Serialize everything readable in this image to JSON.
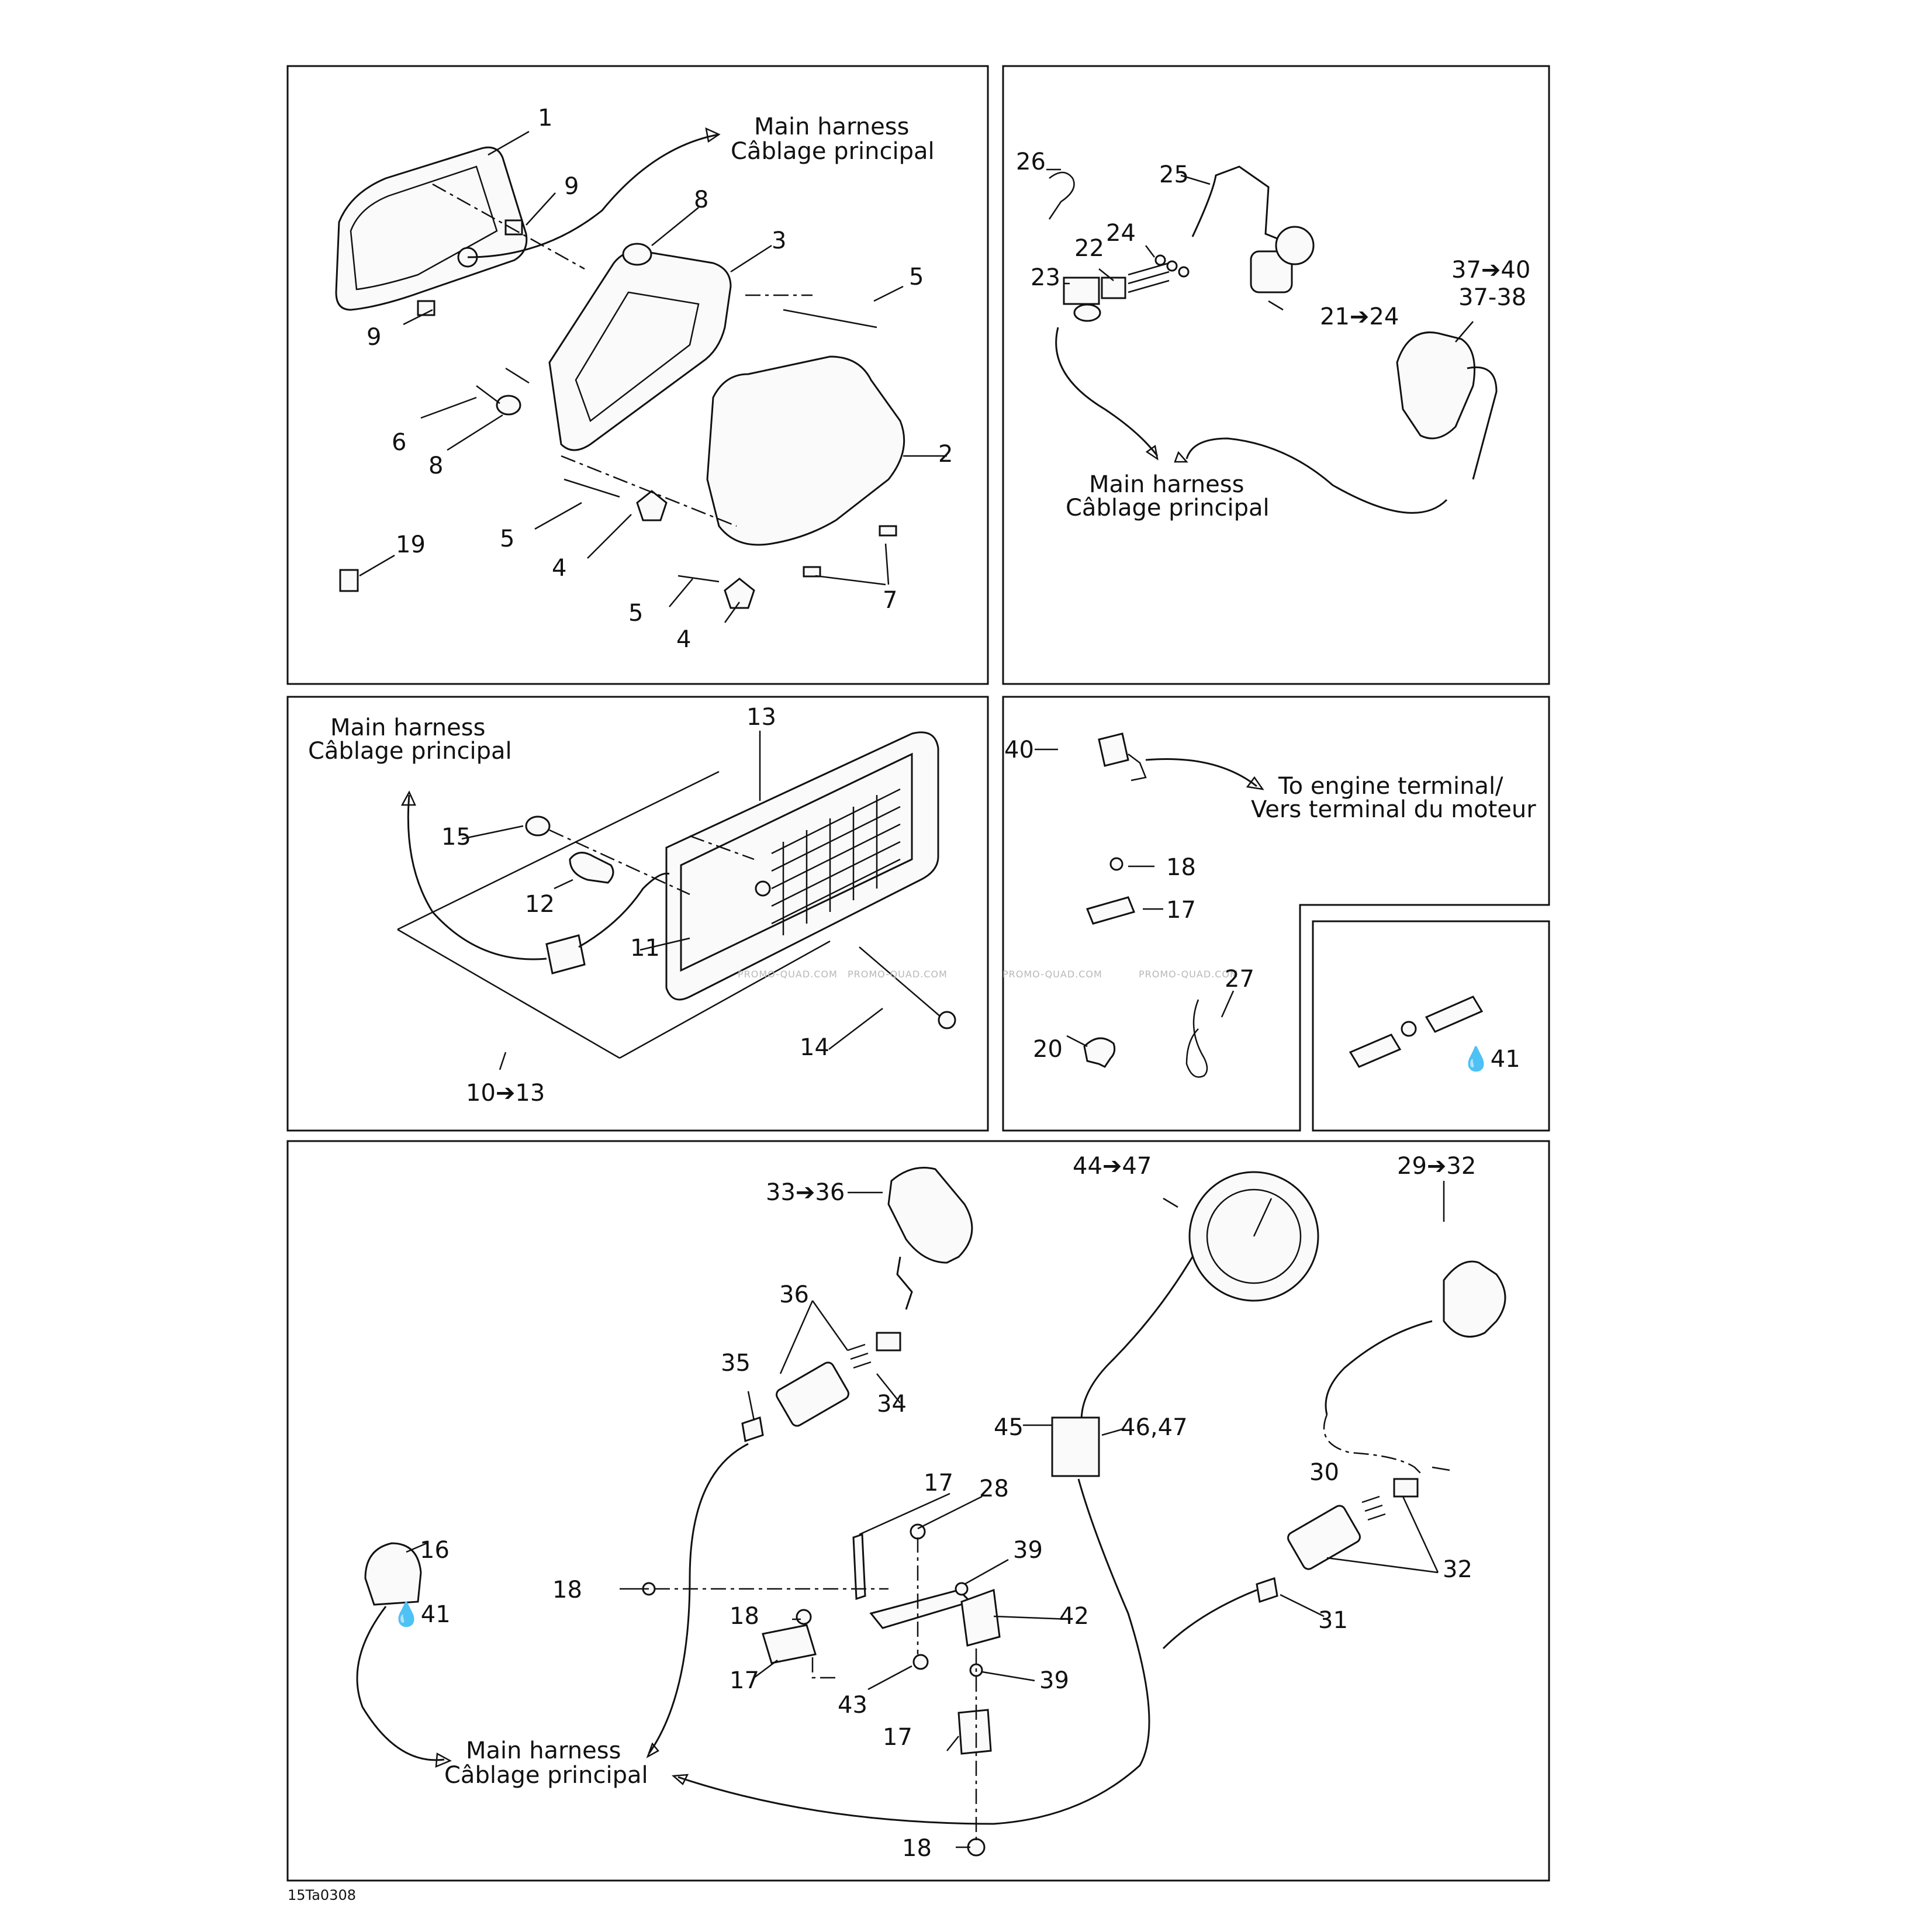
{
  "figure_code": "15Ta0308",
  "watermark": "PROMO-QUAD.COM",
  "labels": {
    "main_harness_en": "Main harness",
    "main_harness_fr": "Câblage principal",
    "engine_terminal_en": "To engine terminal/",
    "engine_terminal_fr": "Vers terminal du moteur",
    "n1": "1",
    "n2": "2",
    "n3": "3",
    "n4": "4",
    "n5": "5",
    "n6": "6",
    "n7": "7",
    "n8": "8",
    "n9": "9",
    "n11": "11",
    "n12": "12",
    "n13": "13",
    "n14": "14",
    "n15": "15",
    "n16": "16",
    "n17": "17",
    "n18": "18",
    "n19": "19",
    "n20": "20",
    "n22": "22",
    "n23": "23",
    "n24": "24",
    "n25": "25",
    "n26": "26",
    "n27": "27",
    "n28": "28",
    "n30": "30",
    "n31": "31",
    "n32": "32",
    "n34": "34",
    "n35": "35",
    "n36": "36",
    "n39": "39",
    "n40": "40",
    "n41": "41",
    "n42": "42",
    "n43": "43",
    "n45": "45",
    "r10_13": "10➔13",
    "r21_24": "21➔24",
    "r29_32": "29➔32",
    "r33_36": "33➔36",
    "r37_40": "37➔40",
    "r37_38": "37-38",
    "r44_47": "44➔47",
    "r46_47": "46,47",
    "drop41": "💧41"
  }
}
